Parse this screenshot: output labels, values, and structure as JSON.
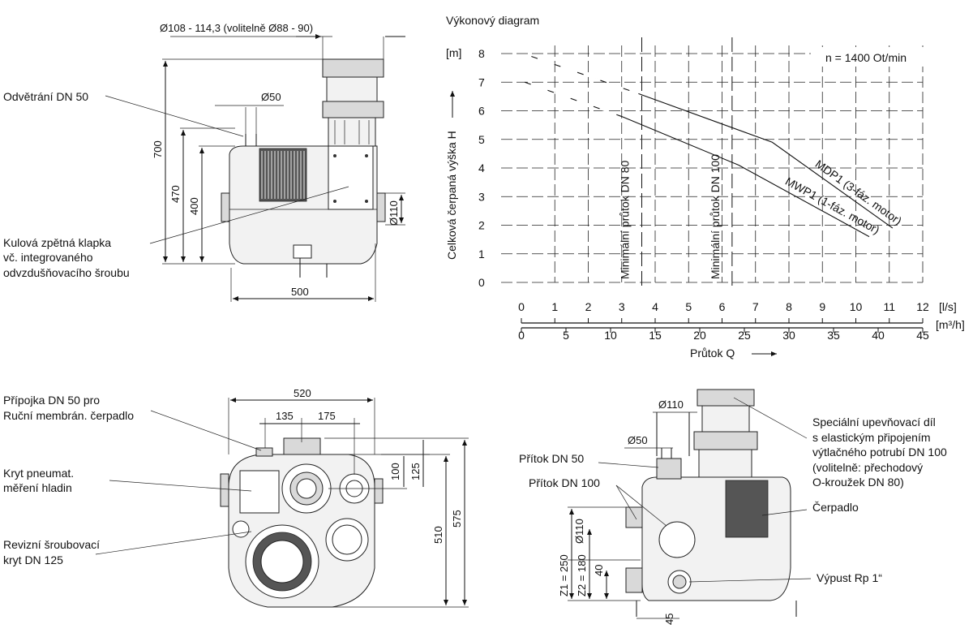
{
  "labels": {
    "top_flange": "Ø108 - 114,3 (volitelně Ø88 - 90)",
    "vent_dia": "Ø50",
    "vent": "Odvětrání DN 50",
    "check_valve_l1": "Kulová zpětná klapka",
    "check_valve_l2": "vč. integrovaného",
    "check_valve_l3": "odvzdušňovacího šroubu",
    "dim_700": "700",
    "dim_470": "470",
    "dim_400": "400",
    "dim_110a": "Ø110",
    "dim_500": "500",
    "dim_520": "520",
    "dim_135": "135",
    "dim_175": "175",
    "dim_100": "100",
    "dim_125": "125",
    "dim_510": "510",
    "dim_575": "575",
    "conn_l1": "Přípojka DN 50 pro",
    "conn_l2": "Ruční membrán. čerpadlo",
    "cover_l1": "Kryt pneumat.",
    "cover_l2": "měření hladin",
    "rev_l1": "Revizní šroubovací",
    "rev_l2": "kryt DN 125",
    "dim_110b": "Ø110",
    "dim_50b": "Ø50",
    "inflow50": "Přítok DN 50",
    "inflow100": "Přítok DN 100",
    "special_l1": "Speciální upevňovací díl",
    "special_l2": "s elastickým připojením",
    "special_l3": "výtlačného potrubí DN 100",
    "special_l4": "(volitelně: přechodový",
    "special_l5": "O-kroužek DN 80)",
    "pump": "Čerpadlo",
    "outlet": "Výpust Rp 1“",
    "z1": "Z1 = 250",
    "z2": "Z2 = 180",
    "dim_110c": "Ø110",
    "dim_40": "40",
    "dim_45": "45"
  },
  "chart_data": {
    "type": "line",
    "title": "Výkonový diagram",
    "ylabel": "Celková čerpaná výška  H",
    "yunit": "[m]",
    "xlabel": "Průtok  Q",
    "xunit_ls": "[l/s]",
    "xunit_m3h": "[m³/h]",
    "ylim": [
      0,
      8
    ],
    "xlim_ls": [
      0,
      12
    ],
    "xlim_m3h": [
      0,
      45
    ],
    "yticks": [
      "0",
      "1",
      "2",
      "3",
      "4",
      "5",
      "6",
      "7",
      "8"
    ],
    "xticks_ls": [
      "0",
      "1",
      "2",
      "3",
      "4",
      "5",
      "6",
      "7",
      "8",
      "9",
      "10",
      "11",
      "12"
    ],
    "xticks_m3h": [
      "0",
      "5",
      "10",
      "15",
      "20",
      "25",
      "30",
      "35",
      "40",
      "45"
    ],
    "annotation": "n = 1400 Ot/min",
    "grid": true,
    "min_flow_lines": [
      {
        "label": "Minimální průtok DN 80",
        "x": 3.6
      },
      {
        "label": "Minimální průtok DN 100",
        "x": 6.3
      }
    ],
    "series": [
      {
        "name": "MDP1 (3-fáz. motor)",
        "x": [
          0.3,
          3.5,
          7.5,
          11.1
        ],
        "y": [
          7.9,
          6.6,
          4.9,
          1.9
        ]
      },
      {
        "name": "MWP1 (1-fáz. motor)",
        "x": [
          0.1,
          3.0,
          6.5,
          10.4
        ],
        "y": [
          7.0,
          5.8,
          4.1,
          1.6
        ]
      }
    ]
  }
}
